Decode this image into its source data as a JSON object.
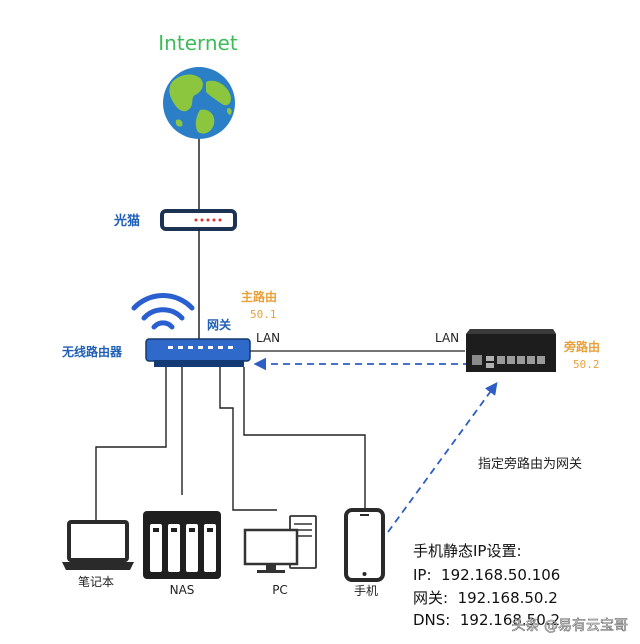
{
  "internet": {
    "label": "Internet"
  },
  "modem": {
    "label": "光猫"
  },
  "router": {
    "label": "无线路由器",
    "gateway_label": "网关"
  },
  "main_router": {
    "label": "主路由",
    "ip": "50.1",
    "port_label": "LAN"
  },
  "side_router": {
    "label": "旁路由",
    "ip": "50.2",
    "port_label": "LAN"
  },
  "gateway_note": "指定旁路由为网关",
  "devices": {
    "laptop": "笔记本",
    "nas": "NAS",
    "pc": "PC",
    "phone": "手机"
  },
  "phone_settings": {
    "title": "手机静态IP设置:",
    "ip_line": "IP:  192.168.50.106",
    "gateway_line": "网关:  192.168.50.2",
    "dns_line": "DNS:  192.168.50.2"
  },
  "watermark": "头条 @易有云宝哥",
  "colors": {
    "internet_text": "#3dbb5a",
    "label_blue": "#1f5fb5",
    "accent_orange": "#e8a03c",
    "line": "#222222",
    "dashed_arrow": "#2d5ec4",
    "wifi": "#2a5fd0"
  }
}
